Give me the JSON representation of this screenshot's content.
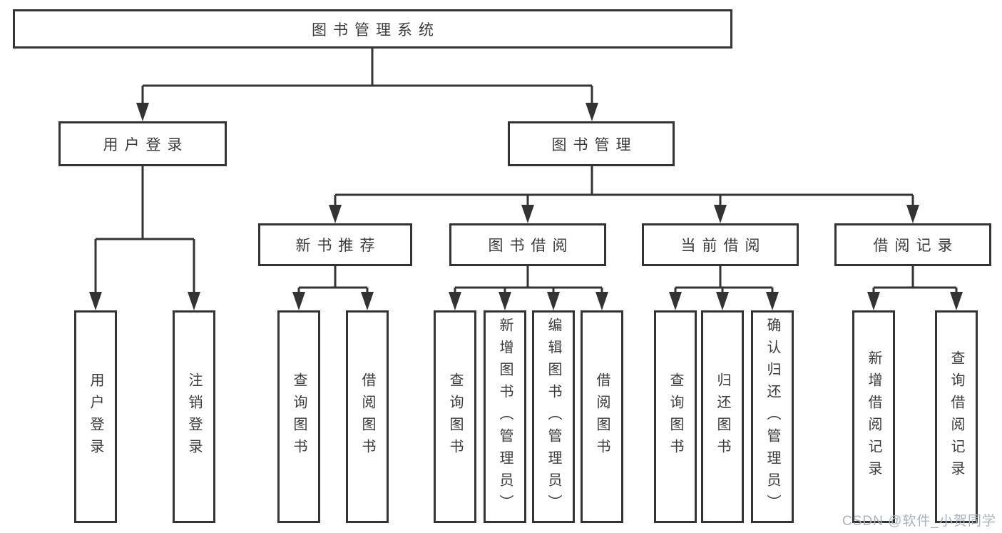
{
  "theme": {
    "background": "#ffffff",
    "line_color": "#333333",
    "box_border_color": "#333333",
    "box_fill": "#ffffff",
    "text_color": "#3a3a3a",
    "watermark_color": "#aab3ba"
  },
  "diagram_title": "图书管理系统",
  "nodes": {
    "root": "图书管理系统",
    "user_login": "用户登录",
    "book_mgmt": "图书管理",
    "new_book_rec": "新书推荐",
    "book_borrow": "图书借阅",
    "current_borrow": "当前借阅",
    "borrow_record": "借阅记录",
    "leaf_user_login": "用户登录",
    "leaf_logout": "注销登录",
    "leaf_rec_query_book": "查询图书",
    "leaf_rec_borrow_book": "借阅图书",
    "leaf_bb_query_book": "查询图书",
    "leaf_bb_add_book": "新增图书（管理员）",
    "leaf_bb_edit_book": "编辑图书（管理员）",
    "leaf_bb_borrow_book": "借阅图书",
    "leaf_cb_query_book": "查询图书",
    "leaf_cb_return_book": "归还图书",
    "leaf_cb_confirm_return": "确认归还（管理员）",
    "leaf_br_add_record": "新增借阅记录",
    "leaf_br_query_record": "查询借阅记录"
  },
  "watermark": {
    "text": "CSDN @软件_小贺同学"
  }
}
